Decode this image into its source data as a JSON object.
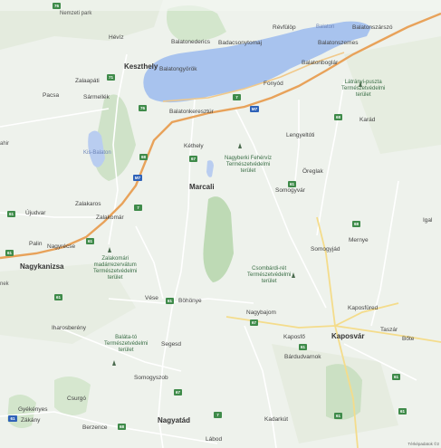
{
  "map": {
    "labels": {
      "nemzetiseg": "Nemzeti park",
      "revfulop": "Révfülöp",
      "balaton_top": "Balaton",
      "balatonszarszo": "Balatonszárszó",
      "heviz": "Hévíz",
      "balatonederics": "Balatonederics",
      "badacsonytomaj": "Badacsonytomaj",
      "balatonszemes": "Balatonszemes",
      "keszthely": "Keszthely",
      "balatongyorok": "Balatongyörök",
      "balatonboglar": "Balatonboglár",
      "zalaapati": "Zalaapáti",
      "fonyod": "Fonyód",
      "lathanyi": "Látrányi-puszta\nTermészetvédelmi\nterület",
      "pacsa": "Pacsa",
      "sarmellek": "Sármellék",
      "balatonkeresztur": "Balatonkeresztúr",
      "karad": "Karád",
      "lengyeltoti": "Lengyeltóti",
      "kis_balaton": "Kis-Balaton",
      "kethely": "Kéthely",
      "nagyberki": "Nagyberki Fehérvíz\nTermészetvédelmi\nterület",
      "oreglak": "Öreglak",
      "marcali": "Marcali",
      "somogyvar": "Somogyvár",
      "zalakaros": "Zalakaros",
      "ujudvar": "Újudvar",
      "zalakomar": "Zalakomár",
      "igal": "Igal",
      "mernye": "Mernye",
      "palin": "Palin",
      "nagyrecse": "Nagyrécse",
      "somogyjad": "Somogyjád",
      "zalakomari": "Zalakomári\nmadárrezervátum\nTermészetvédelmi\nterület",
      "csombardi": "Csombárdi-rét\nTermészetvédelmi\nterület",
      "nagykanizsa": "Nagykanizsa",
      "vese": "Vése",
      "bohonye": "Böhönye",
      "kaposfured": "Kaposfüred",
      "nagybajom": "Nagybajom",
      "iharosbereny": "Iharosberény",
      "taszar": "Taszár",
      "kaposvar": "Kaposvár",
      "kaposfo": "Kaposfő",
      "bate": "Bőte",
      "babolcsa": "Baláta-tó\nTermészetvédelmi\nterület",
      "segesd": "Segesd",
      "berdudvarnok": "Bárdudvarnok",
      "somogyszob": "Somogyszob",
      "csurgo": "Csurgó",
      "gyekenyes": "Gyékényes",
      "zakany": "Zákány",
      "berzence": "Berzence",
      "nagyatad": "Nagyatád",
      "kadarkut": "Kadarkút",
      "lábod": "Lábod",
      "ahir": "ahir",
      "nek": "nek",
      "credit": "Térképadatok ©2"
    },
    "shields": [
      "76",
      "71",
      "76",
      "7",
      "M7",
      "68",
      "67",
      "68",
      "7",
      "M7",
      "61",
      "61",
      "61",
      "68",
      "61",
      "61",
      "67",
      "61",
      "61",
      "67",
      "7",
      "61",
      "68",
      "61",
      "61",
      "61"
    ]
  }
}
